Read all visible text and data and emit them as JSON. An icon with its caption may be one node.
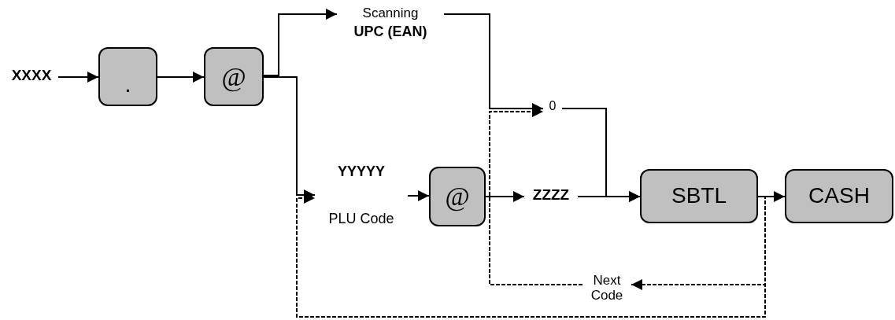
{
  "diagram": {
    "nodes": [
      {
        "text": [
          "XXXX"
        ]
      },
      {
        "text": [
          "."
        ]
      },
      {
        "text": [
          "@"
        ]
      },
      {
        "text": [
          "Scanning",
          "UPC (EAN)"
        ]
      },
      {
        "text": [
          "YYYYY",
          "PLU Code"
        ]
      },
      {
        "text": [
          "@"
        ]
      },
      {
        "text": [
          "0"
        ]
      },
      {
        "text": [
          "ZZZZ"
        ]
      },
      {
        "text": [
          "SBTL"
        ]
      },
      {
        "text": [
          "CASH"
        ]
      },
      {
        "text": [
          "Next Code"
        ]
      }
    ],
    "edges": [
      {
        "from": 0,
        "to": 1,
        "arrow": "to"
      },
      {
        "from": 1,
        "to": 2,
        "arrow": "to"
      },
      {
        "from": 2,
        "to": 3,
        "arrow": "to"
      },
      {
        "from": 2,
        "to": 4,
        "arrow": "to"
      },
      {
        "from": 4,
        "to": 5,
        "arrow": "to"
      },
      {
        "from": 5,
        "to": 7,
        "arrow": "to"
      },
      {
        "from": 3,
        "to": 6,
        "arrow": "to"
      },
      {
        "from": 10,
        "to": 6,
        "arrow": "to",
        "style": "dashed"
      },
      {
        "from": 6,
        "to": 8,
        "arrow": "to"
      },
      {
        "from": 7,
        "to": 8,
        "arrow": "to"
      },
      {
        "from": 8,
        "to": 9,
        "arrow": "to"
      },
      {
        "from": 8,
        "to": 10,
        "arrow": "to",
        "style": "dashed"
      },
      {
        "from": 8,
        "to": 4,
        "arrow": "to",
        "style": "dashed"
      }
    ]
  }
}
